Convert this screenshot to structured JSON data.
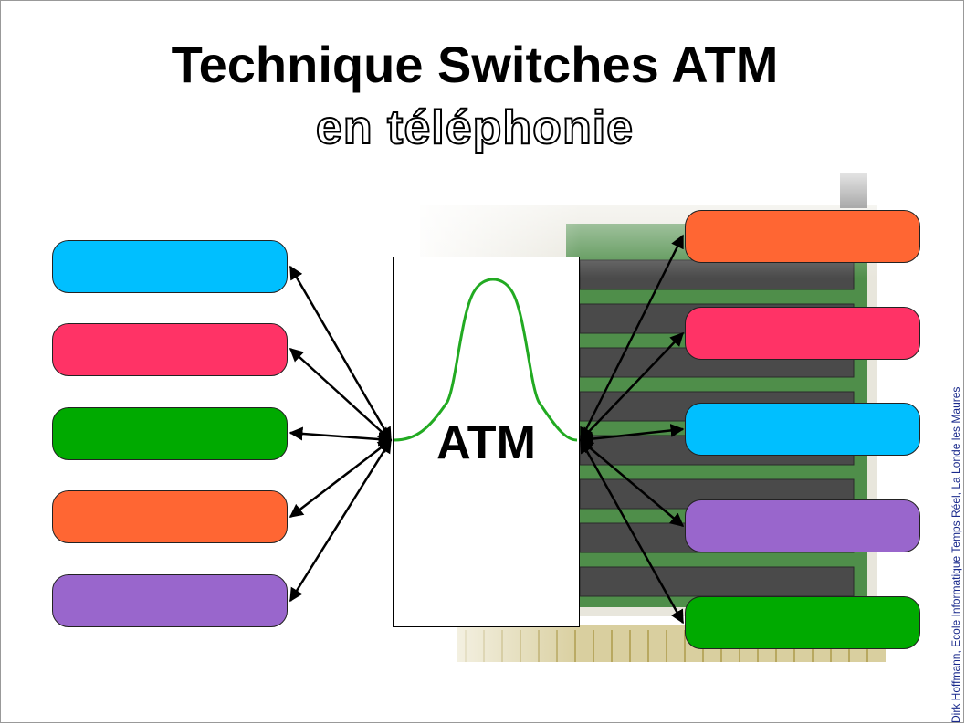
{
  "slide": {
    "title": "Technique Switches ATM",
    "subtitle": "en téléphonie",
    "center_label": "ATM",
    "credit": "Dirk Hoffmann, Ecole Informatique Temps Réel, La Londe les Maures"
  },
  "left_boxes": [
    {
      "color": "#00BFFF"
    },
    {
      "color": "#FF3366"
    },
    {
      "color": "#00AA00"
    },
    {
      "color": "#FF6633"
    },
    {
      "color": "#9966CC"
    }
  ],
  "right_boxes": [
    {
      "color": "#FF6633"
    },
    {
      "color": "#FF3366"
    },
    {
      "color": "#00BFFF"
    },
    {
      "color": "#9966CC"
    },
    {
      "color": "#00AA00"
    }
  ],
  "colors": {
    "curve": "#22AA22",
    "arrow": "#000000"
  }
}
